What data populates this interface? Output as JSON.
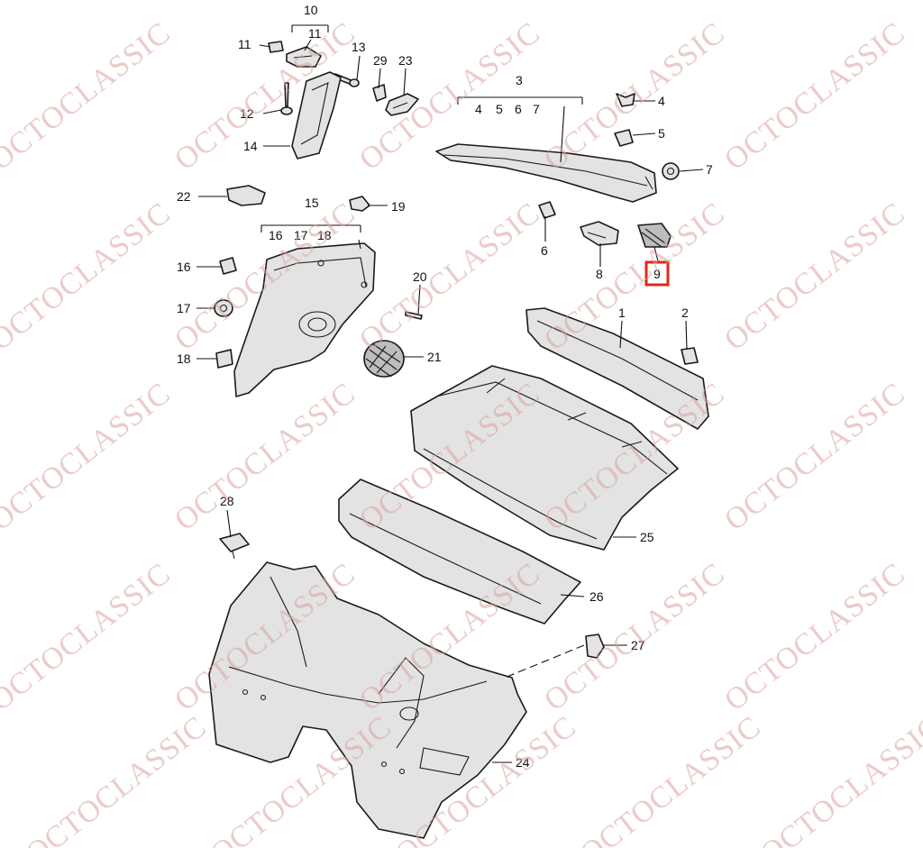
{
  "watermark": "OCTOCLASSIC",
  "highlight_color": "#e0271b",
  "watermark_color": "#d9a39f",
  "selected_callout": "9",
  "callouts": {
    "c1": "1",
    "c2": "2",
    "c3": "3",
    "c4": "4",
    "c5": "5",
    "c6": "6",
    "c7": "7",
    "c8": "8",
    "c9": "9",
    "c10": "10",
    "c11": "11",
    "c12": "12",
    "c13": "13",
    "c14": "14",
    "c15": "15",
    "c16": "16",
    "c17": "17",
    "c18": "18",
    "c19": "19",
    "c20": "20",
    "c21": "21",
    "c22": "22",
    "c23": "23",
    "c24": "24",
    "c25": "25",
    "c26": "26",
    "c27": "27",
    "c28": "28",
    "c29": "29"
  },
  "group_labels": {
    "g3": [
      "4",
      "5",
      "6",
      "7"
    ],
    "g10": [
      "11"
    ],
    "g15": [
      "16",
      "17",
      "18"
    ]
  }
}
